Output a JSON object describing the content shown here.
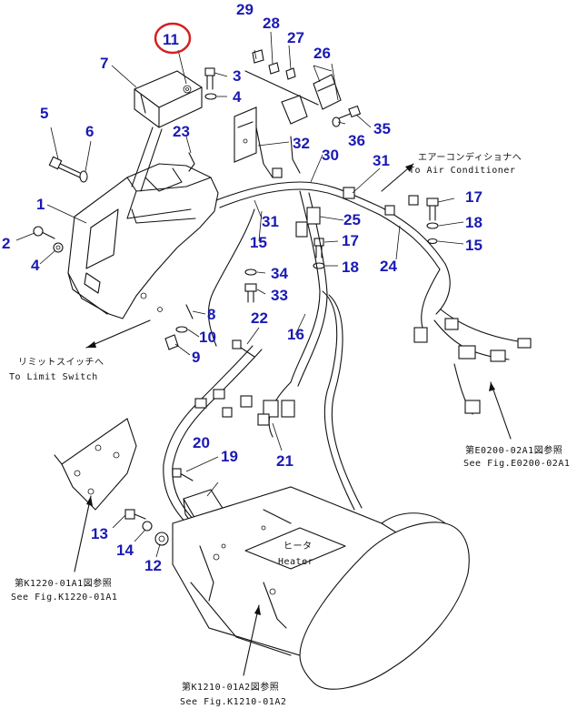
{
  "part_numbers": {
    "p1": "1",
    "p2": "2",
    "p3": "3",
    "p4a": "4",
    "p4b": "4",
    "p5": "5",
    "p6": "6",
    "p7": "7",
    "p8": "8",
    "p9": "9",
    "p10": "10",
    "p11": "11",
    "p12": "12",
    "p13": "13",
    "p14": "14",
    "p15a": "15",
    "p15b": "15",
    "p16": "16",
    "p17a": "17",
    "p17b": "17",
    "p18a": "18",
    "p18b": "18",
    "p19": "19",
    "p20": "20",
    "p21": "21",
    "p22": "22",
    "p23": "23",
    "p24": "24",
    "p25": "25",
    "p26": "26",
    "p27": "27",
    "p28": "28",
    "p29": "29",
    "p30": "30",
    "p31a": "31",
    "p31b": "31",
    "p32": "32",
    "p33": "33",
    "p34": "34",
    "p35": "35",
    "p36": "36"
  },
  "highlight_color": "#d42020",
  "number_color": "#1a1ab4",
  "notes": {
    "aircon_jp": "エアーコンディショナへ",
    "aircon_en": "To Air Conditioner",
    "limit_jp": "リミットスイッチへ",
    "limit_en": "To Limit Switch",
    "e0200_jp": "第E0200-02A1図参照",
    "e0200_en": "See Fig.E0200-02A1",
    "k1220_jp": "第K1220-01A1図参照",
    "k1220_en": "See Fig.K1220-01A1",
    "heater_jp": "ヒータ",
    "heater_en": "Heater",
    "k1210_jp": "第K1210-01A2図参照",
    "k1210_en": "See Fig.K1210-01A2"
  }
}
